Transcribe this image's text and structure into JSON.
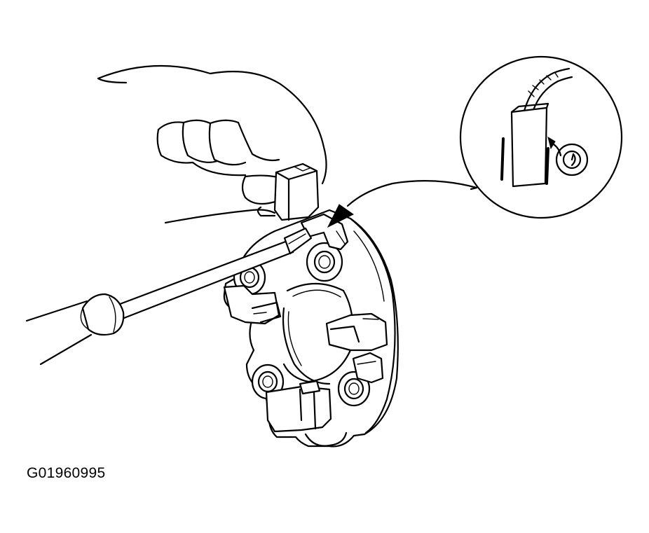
{
  "figure": {
    "id_label": "G01960995",
    "components": [
      "hand",
      "screwdriver",
      "brush-holder",
      "detail-circle",
      "pointer-arrow"
    ]
  }
}
